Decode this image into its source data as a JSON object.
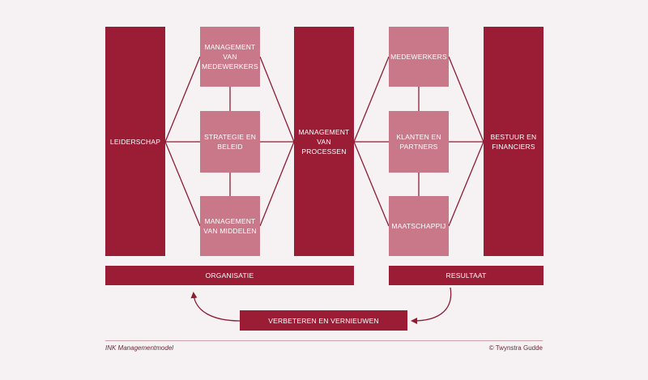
{
  "boxes": {
    "leiderschap": "LEIDERSCHAP",
    "management_medewerkers": "MANAGEMENT\nVAN\nMEDEWERKERS",
    "strategie_beleid": "STRATEGIE EN\nBELEID",
    "management_middelen": "MANAGEMENT\nVAN MIDDELEN",
    "management_processen": "MANAGEMENT\nVAN PROCESSEN",
    "medewerkers": "MEDEWERKERS",
    "klanten_partners": "KLANTEN EN\nPARTNERS",
    "maatschappij": "MAATSCHAPPIJ",
    "bestuur_financiers": "BESTUUR EN\nFINANCIERS"
  },
  "bars": {
    "organisatie": "ORGANISATIE",
    "resultaat": "RESULTAAT",
    "verbeteren": "VERBETEREN EN VERNIEUWEN"
  },
  "footer": {
    "left": "INK Managementmodel",
    "right": "© Twynstra Gudde"
  },
  "colors": {
    "dark": "#9b1c35",
    "light": "#c87888",
    "line": "#8c1d33"
  }
}
